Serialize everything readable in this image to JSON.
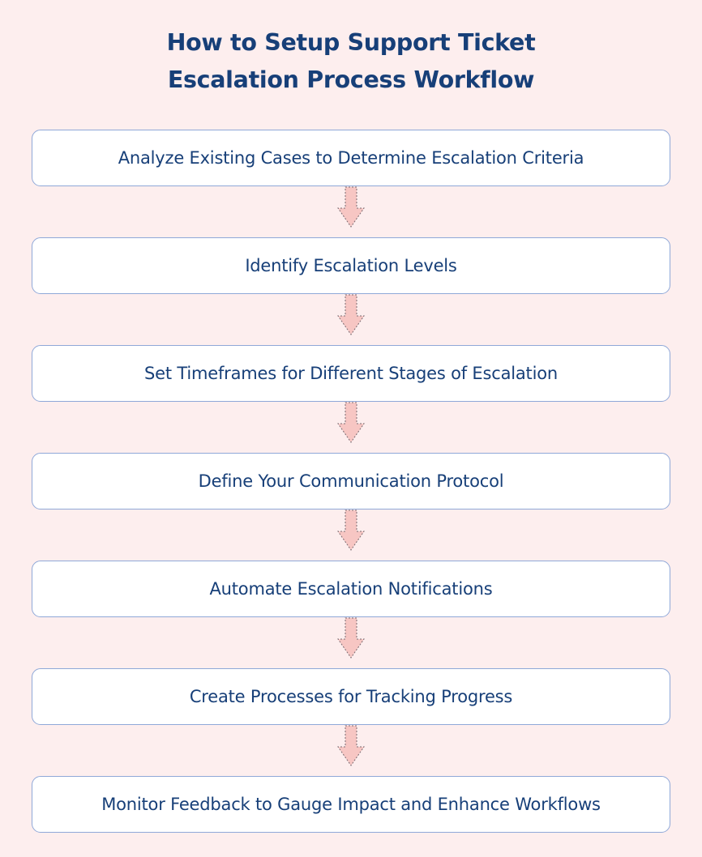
{
  "colors": {
    "background": "#fdeeee",
    "title_text": "#173f78",
    "step_text": "#173f78",
    "step_border": "#8fa8d8",
    "arrow_fill": "#f7c6c3",
    "arrow_stroke": "#7a6a70"
  },
  "title": {
    "line1": "How to Setup Support Ticket",
    "line2": "Escalation Process Workflow"
  },
  "steps": [
    {
      "label": "Analyze Existing Cases to Determine Escalation Criteria"
    },
    {
      "label": "Identify Escalation Levels"
    },
    {
      "label": "Set Timeframes for Different Stages of Escalation"
    },
    {
      "label": "Define Your Communication Protocol"
    },
    {
      "label": "Automate Escalation Notifications"
    },
    {
      "label": "Create Processes for Tracking Progress"
    },
    {
      "label": "Monitor Feedback to Gauge Impact and Enhance Workflows"
    }
  ],
  "connector_icon": "down-arrow-icon"
}
